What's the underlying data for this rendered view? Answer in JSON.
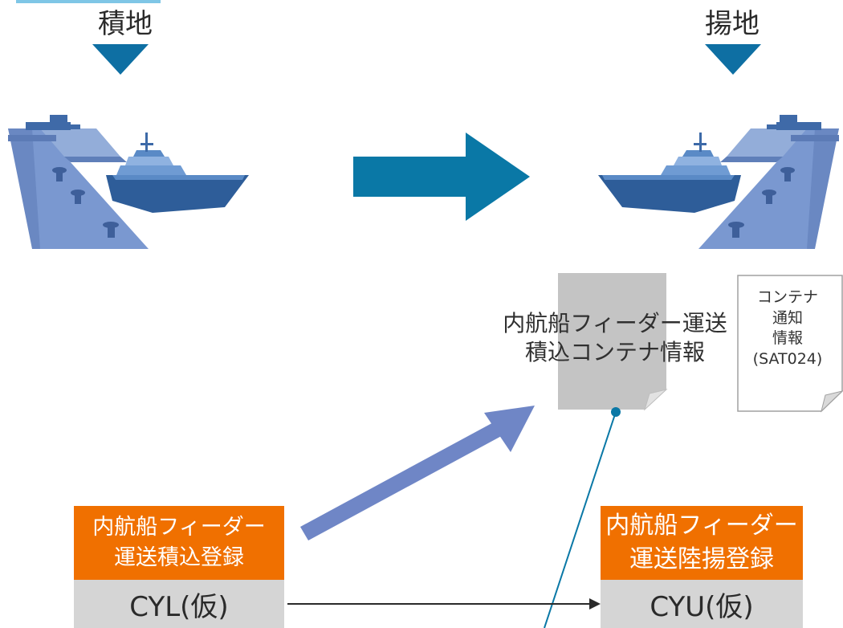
{
  "loading_port_label": "積地",
  "unloading_port_label": "揚地",
  "document": {
    "line1": "内航船フィーダー運送",
    "line2": "積込コンテナ情報"
  },
  "notice": {
    "line1": "コンテナ",
    "line2": "通知",
    "line3": "情報",
    "line4": "(SAT024)"
  },
  "left_box": {
    "title_line1": "内航船フィーダー",
    "title_line2": "運送積込登録",
    "code": "CYL(仮)"
  },
  "right_box": {
    "title_line1": "内航船フィーダー",
    "title_line2": "運送陸揚登録",
    "code": "CYU(仮)"
  },
  "colors": {
    "marker_blue": "#0e6fa3",
    "big_arrow_teal": "#0a78a6",
    "pier_blue": "#6f8fc9",
    "ship_blue": "#4d7fb8",
    "diagonal_arrow": "#6f86c6",
    "orange": "#f07000",
    "gray": "#d5d5d5"
  },
  "icons": [
    "down-triangle-icon",
    "pier-ship-icon",
    "right-arrow-icon",
    "document-icon"
  ]
}
